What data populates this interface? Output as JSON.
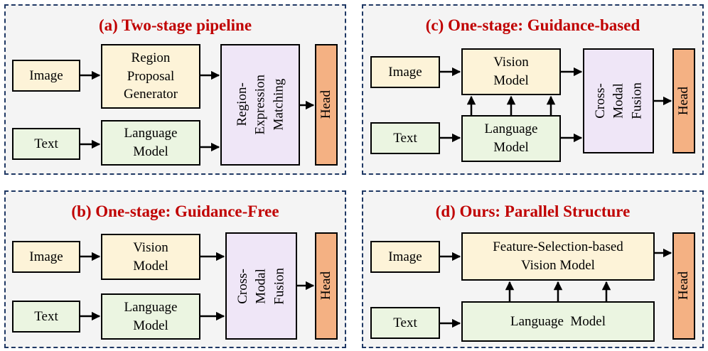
{
  "panels": {
    "a": {
      "title": "(a) Two-stage pipeline",
      "image": "Image",
      "text": "Text",
      "rpg": "Region\nProposal\nGenerator",
      "lang": "Language\nModel",
      "rem": "Region-\nExpression\nMatching",
      "head": "Head"
    },
    "b": {
      "title": "(b) One-stage: Guidance-Free",
      "image": "Image",
      "text": "Text",
      "vision": "Vision\nModel",
      "lang": "Language\nModel",
      "fusion": "Cross-\nModal\nFusion",
      "head": "Head"
    },
    "c": {
      "title": "(c) One-stage: Guidance-based",
      "image": "Image",
      "text": "Text",
      "vision": "Vision\nModel",
      "lang": "Language\nModel",
      "fusion": "Cross-\nModal\nFusion",
      "head": "Head"
    },
    "d": {
      "title": "(d) Ours: Parallel Structure",
      "image": "Image",
      "text": "Text",
      "vision": "Feature-Selection-based\nVision Model",
      "lang": "Language  Model",
      "head": "Head"
    }
  },
  "colors": {
    "title": "#c00000",
    "border": "#1f3864",
    "input_image": "#fdf3d8",
    "input_text": "#ebf5e1",
    "fusion": "#efe6f7",
    "head": "#f4b183"
  }
}
